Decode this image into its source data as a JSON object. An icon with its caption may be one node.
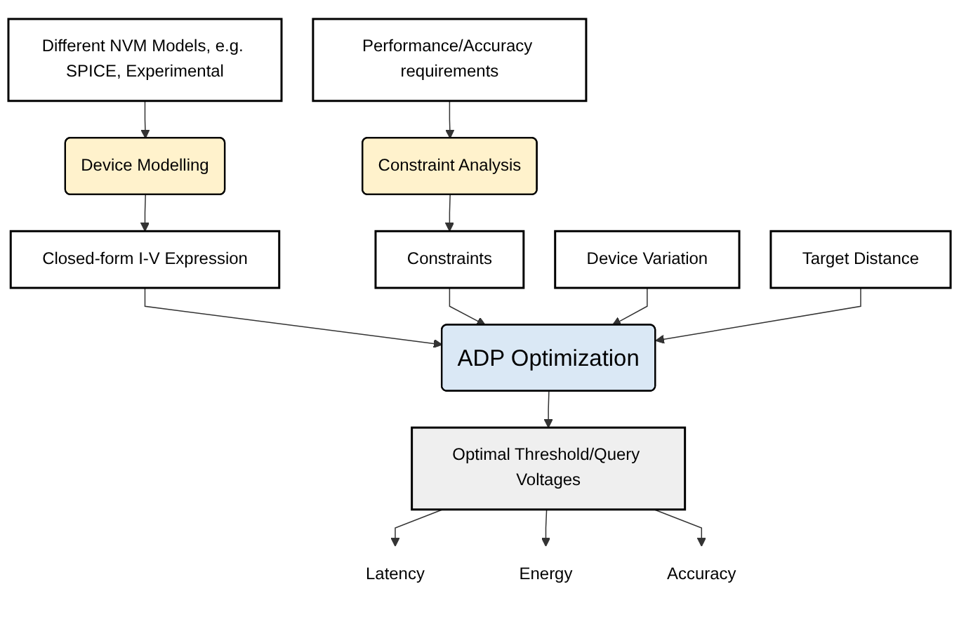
{
  "diagram": {
    "nodes": [
      {
        "text": [
          "Different NVM Models, e.g. SPICE, Experimental"
        ]
      },
      {
        "text": [
          "Performance/Accuracy requirements"
        ]
      },
      {
        "text": [
          "Device Modelling"
        ]
      },
      {
        "text": [
          "Constraint Analysis"
        ]
      },
      {
        "text": [
          "Closed-form I-V Expression"
        ]
      },
      {
        "text": [
          "ADP Optimization"
        ]
      },
      {
        "text": [
          "Constraints"
        ]
      },
      {
        "text": [
          "Device Variation"
        ]
      },
      {
        "text": [
          "Target Distance"
        ]
      },
      {
        "text": [
          "Optimal Threshold/Query Voltages"
        ]
      },
      {
        "text": [
          "Latency"
        ]
      },
      {
        "text": [
          "Energy"
        ]
      },
      {
        "text": [
          "Accuracy"
        ]
      }
    ],
    "edges": [
      {
        "from": 0,
        "to": 2,
        "arrow": "to"
      },
      {
        "from": 1,
        "to": 3,
        "arrow": "to"
      },
      {
        "from": 2,
        "to": 4,
        "arrow": "to"
      },
      {
        "from": 3,
        "to": 6,
        "arrow": "to"
      },
      {
        "from": 4,
        "to": 5,
        "arrow": "to"
      },
      {
        "from": 6,
        "to": 5,
        "arrow": "to"
      },
      {
        "from": 7,
        "to": 5,
        "arrow": "to"
      },
      {
        "from": 8,
        "to": 5,
        "arrow": "to"
      },
      {
        "from": 5,
        "to": 9,
        "arrow": "to"
      },
      {
        "from": 9,
        "to": 10,
        "arrow": "to"
      },
      {
        "from": 9,
        "to": 11,
        "arrow": "to"
      },
      {
        "from": 9,
        "to": 12,
        "arrow": "to"
      }
    ]
  }
}
